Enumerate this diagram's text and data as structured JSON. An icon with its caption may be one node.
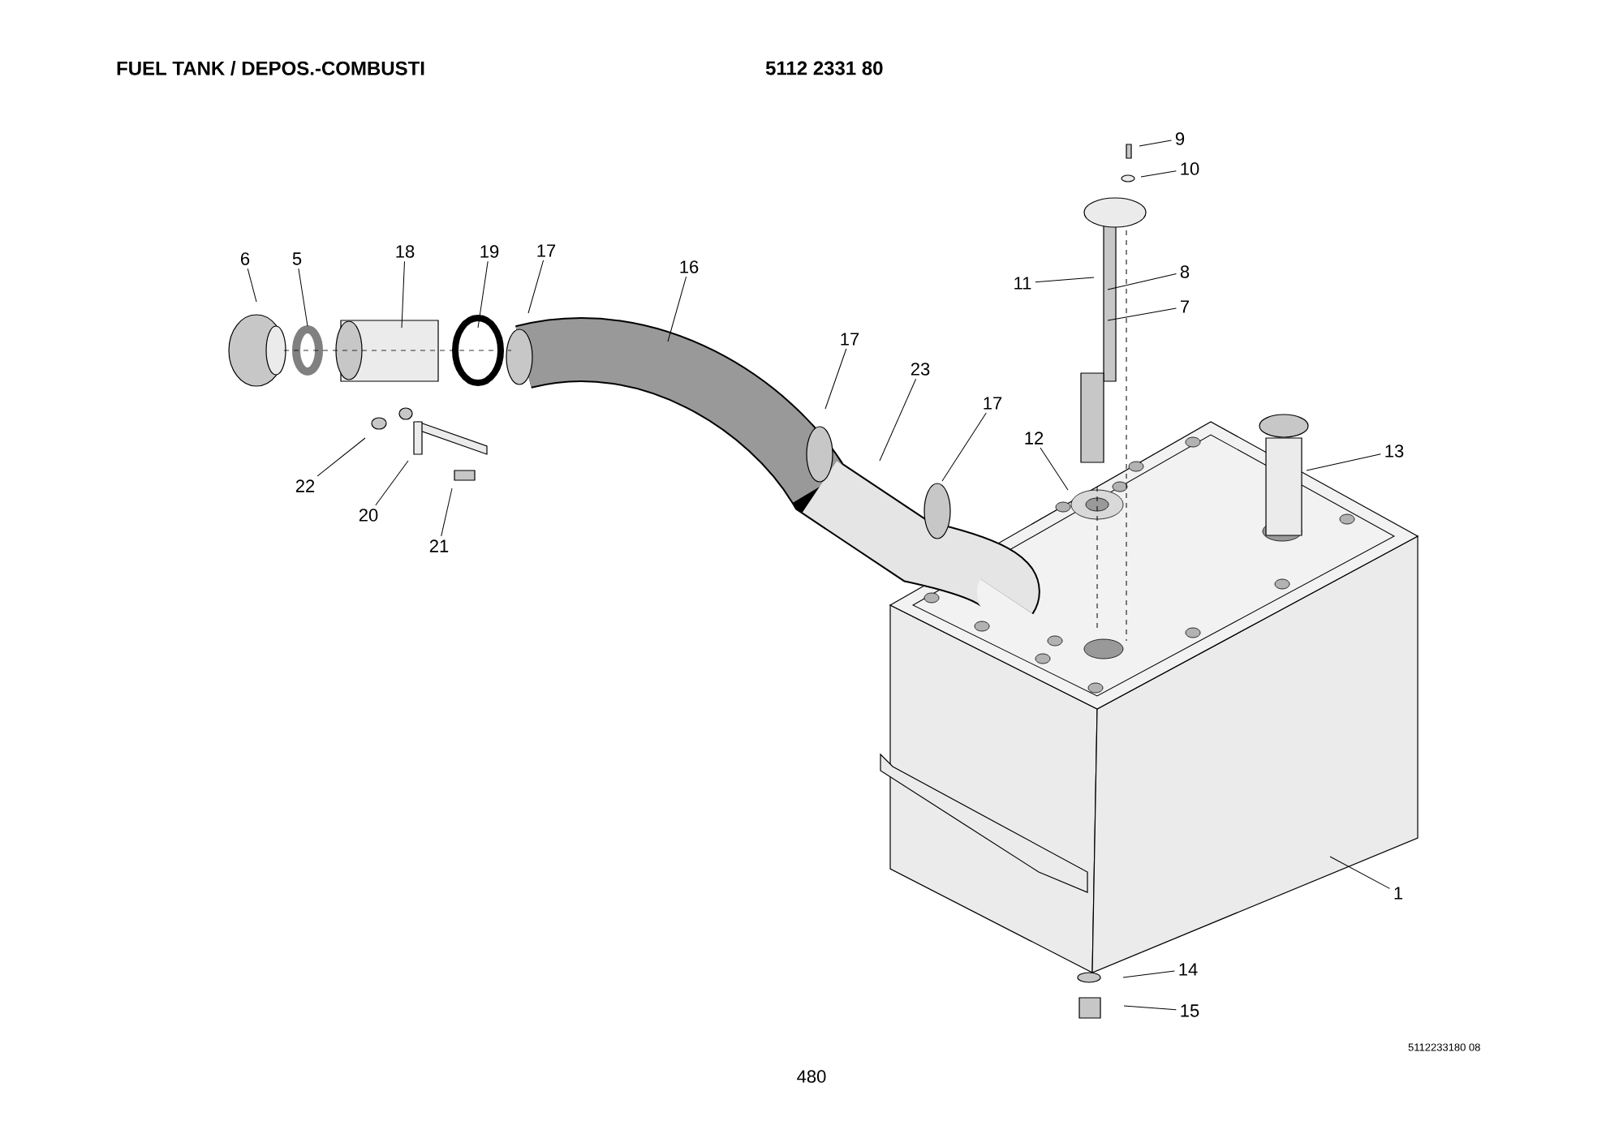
{
  "diagram": {
    "title": "FUEL TANK / DEPOS.-COMBUSTI",
    "nodes": [
      {
        "text": [
          "9"
        ]
      },
      {
        "text": [
          "10"
        ]
      },
      {
        "text": [
          "6"
        ]
      },
      {
        "text": [
          "5"
        ]
      },
      {
        "text": [
          "18"
        ]
      },
      {
        "text": [
          "19"
        ]
      },
      {
        "text": [
          "17"
        ]
      },
      {
        "text": [
          "16"
        ]
      },
      {
        "text": [
          "8"
        ]
      },
      {
        "text": [
          "11"
        ]
      },
      {
        "text": [
          "7"
        ]
      },
      {
        "text": [
          "17"
        ]
      },
      {
        "text": [
          "23"
        ]
      },
      {
        "text": [
          "17"
        ]
      },
      {
        "text": [
          "12"
        ]
      },
      {
        "text": [
          "13"
        ]
      },
      {
        "text": [
          "22"
        ]
      },
      {
        "text": [
          "20"
        ]
      },
      {
        "text": [
          "21"
        ]
      },
      {
        "text": [
          "1"
        ]
      },
      {
        "text": [
          "14"
        ]
      },
      {
        "text": [
          "15"
        ]
      }
    ],
    "edges": [
      {
        "from": 0,
        "to": null,
        "arrow": "none"
      },
      {
        "from": 1,
        "to": null,
        "arrow": "none"
      },
      {
        "from": 2,
        "to": null,
        "arrow": "none"
      },
      {
        "from": 3,
        "to": null,
        "arrow": "none"
      },
      {
        "from": 4,
        "to": null,
        "arrow": "none"
      },
      {
        "from": 5,
        "to": null,
        "arrow": "none"
      },
      {
        "from": 6,
        "to": null,
        "arrow": "none"
      },
      {
        "from": 7,
        "to": null,
        "arrow": "none"
      },
      {
        "from": 8,
        "to": null,
        "arrow": "none"
      },
      {
        "from": 9,
        "to": null,
        "arrow": "none"
      },
      {
        "from": 10,
        "to": null,
        "arrow": "none"
      },
      {
        "from": 11,
        "to": null,
        "arrow": "none"
      },
      {
        "from": 12,
        "to": null,
        "arrow": "none"
      },
      {
        "from": 13,
        "to": null,
        "arrow": "none"
      },
      {
        "from": 14,
        "to": null,
        "arrow": "none"
      },
      {
        "from": 15,
        "to": null,
        "arrow": "none"
      },
      {
        "from": 16,
        "to": null,
        "arrow": "none"
      },
      {
        "from": 17,
        "to": null,
        "arrow": "none"
      },
      {
        "from": 18,
        "to": null,
        "arrow": "none"
      },
      {
        "from": 19,
        "to": null,
        "arrow": "none"
      },
      {
        "from": 20,
        "to": null,
        "arrow": "none"
      },
      {
        "from": 21,
        "to": null,
        "arrow": "none"
      }
    ],
    "labels": [
      "5112 2331 80",
      "5112233180 08",
      "480"
    ]
  }
}
